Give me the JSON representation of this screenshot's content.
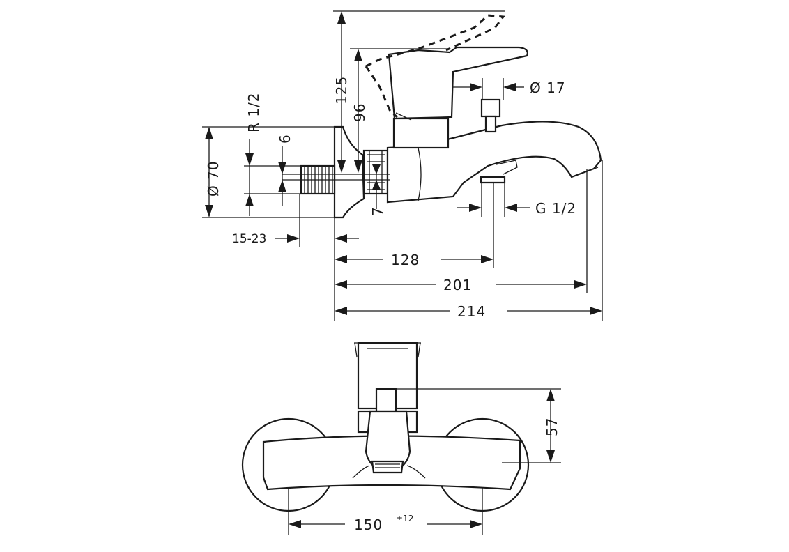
{
  "side_view": {
    "dims": {
      "d125": "125",
      "d96": "96",
      "d17": "Ø 17",
      "r12": "R 1/2",
      "d6": "6",
      "d70": "Ø 70",
      "d7": "7",
      "g12": "G 1/2",
      "d1523": "15-23",
      "d128": "128",
      "d201": "201",
      "d214": "214"
    }
  },
  "front_view": {
    "dims": {
      "d57": "57",
      "d150": "150",
      "tol": "±12"
    }
  }
}
